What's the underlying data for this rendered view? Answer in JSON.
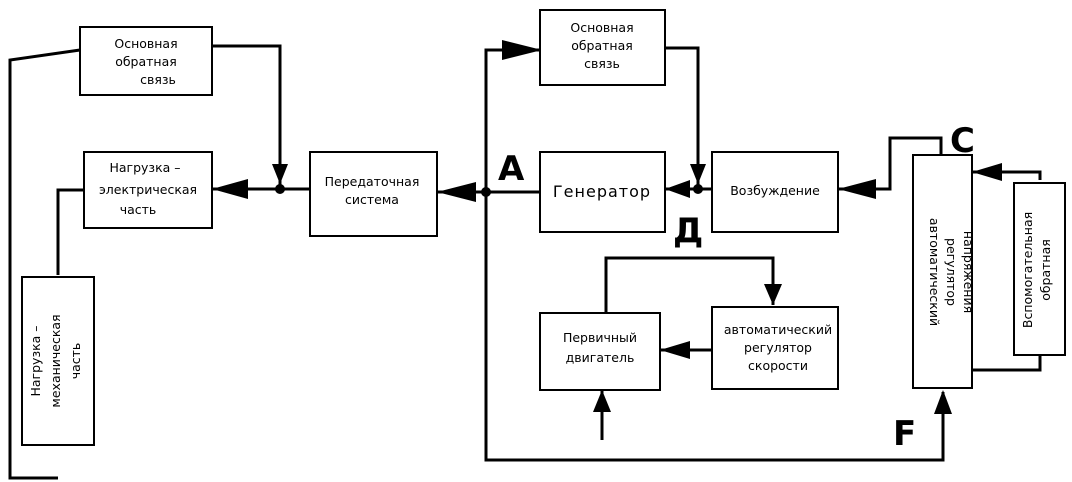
{
  "blocks": {
    "feedback_left": [
      "Основная",
      "обратная",
      "связь"
    ],
    "feedback_right": [
      "Основная",
      "обратная",
      "связь"
    ],
    "load_electric": [
      "Нагрузка –",
      "электрическая",
      "часть"
    ],
    "load_mechanical": [
      "Нагрузка –",
      "механическая",
      "часть"
    ],
    "transmission": [
      "Передаточная",
      "система"
    ],
    "generator": "Генератор",
    "excitation": "Возбуждение",
    "prime_mover": [
      "Первичный",
      "двигатель"
    ],
    "speed_regulator": [
      "автоматический",
      "регулятор",
      "скорости"
    ],
    "voltage_regulator": [
      "автоматический",
      "регулятор",
      "напряжения"
    ],
    "aux_feedback": [
      "Вспомогательная",
      "обратная"
    ]
  },
  "points": {
    "a": "А",
    "c": "С",
    "d": "Д",
    "f": "F"
  }
}
